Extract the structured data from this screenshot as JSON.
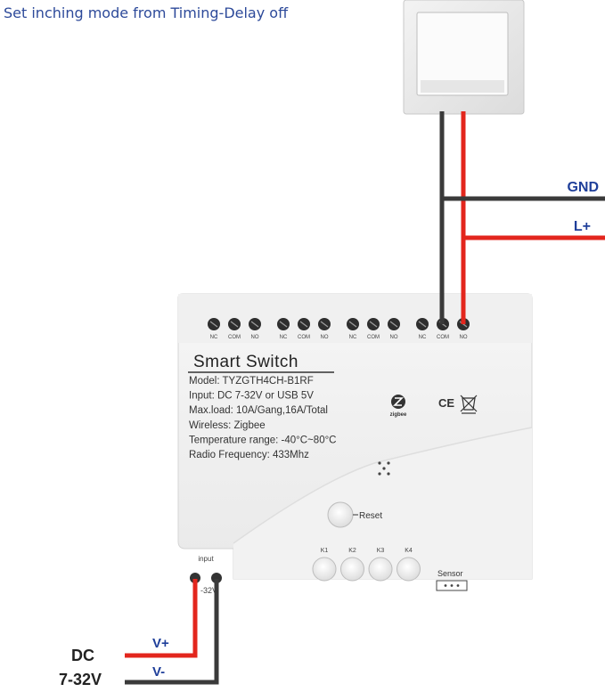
{
  "caption": "Set inching mode from Timing-Delay off",
  "wires": {
    "gnd": "GND",
    "lplus": "L+",
    "vplus": "V+",
    "vminus": "V-"
  },
  "power": {
    "line1": "DC",
    "line2": "7-32V"
  },
  "terminals": {
    "groups": [
      [
        "NC",
        "COM",
        "NO"
      ],
      [
        "NC",
        "COM",
        "NO"
      ],
      [
        "NC",
        "COM",
        "NO"
      ],
      [
        "NC",
        "COM",
        "NO"
      ]
    ]
  },
  "device": {
    "title": "Smart  Switch",
    "specs": [
      "Model:  TYZGTH4CH-B1RF",
      "Input:  DC 7-32V or USB 5V",
      "Max.load:  10A/Gang,16A/Total",
      "Wireless:  Zigbee",
      "Temperature range: -40°C~80°C",
      "Radio Frequency:  433Mhz"
    ],
    "zigbee_label": "zigbee",
    "cert": "CE",
    "reset_label": "Reset",
    "keys": [
      "K1",
      "K2",
      "K3",
      "K4"
    ],
    "sensor_label": "Sensor",
    "input_label": "input",
    "input_range": "-32V"
  },
  "colors": {
    "wire_red": "#e3261d",
    "wire_black": "#3a3a3a",
    "label_blue": "#1f3f9a"
  }
}
